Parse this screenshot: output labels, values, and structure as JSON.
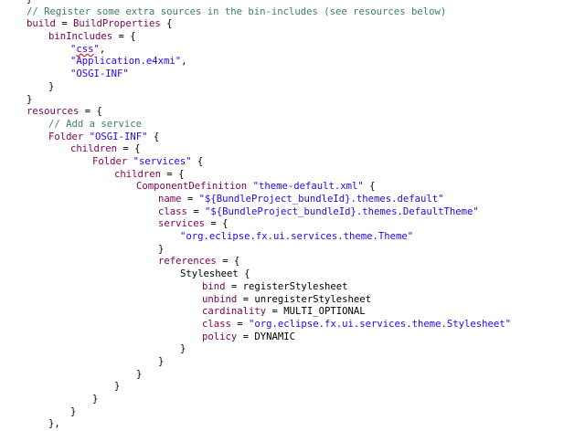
{
  "editor": {
    "language": "Eclipse FX build definition (code editor)",
    "colors": {
      "keyword": "#7f0055",
      "string": "#2a00ff",
      "comment": "#3f7f5f",
      "text": "#000000",
      "background": "#ffffff"
    },
    "lines": [
      {
        "indent": 1,
        "tokens": [
          {
            "t": "plain",
            "v": "}"
          }
        ]
      },
      {
        "indent": 1,
        "tokens": [
          {
            "t": "com",
            "v": "// Register some extra sources in the bin-includes (see resources below)"
          }
        ]
      },
      {
        "indent": 1,
        "tokens": [
          {
            "t": "kw",
            "v": "build"
          },
          {
            "t": "plain",
            "v": " = "
          },
          {
            "t": "kw",
            "v": "BuildProperties"
          },
          {
            "t": "plain",
            "v": " {"
          }
        ]
      },
      {
        "indent": 2,
        "tokens": [
          {
            "t": "kw",
            "v": "binIncludes"
          },
          {
            "t": "plain",
            "v": " = {"
          }
        ]
      },
      {
        "indent": 3,
        "tokens": [
          {
            "t": "str",
            "v": "\""
          },
          {
            "t": "err",
            "v": "css"
          },
          {
            "t": "str",
            "v": "\""
          },
          {
            "t": "plain",
            "v": ","
          }
        ]
      },
      {
        "indent": 3,
        "tokens": [
          {
            "t": "str",
            "v": "\"Application.e4xmi\""
          },
          {
            "t": "plain",
            "v": ","
          }
        ]
      },
      {
        "indent": 3,
        "tokens": [
          {
            "t": "str",
            "v": "\"OSGI-INF\""
          }
        ]
      },
      {
        "indent": 2,
        "tokens": [
          {
            "t": "plain",
            "v": "}"
          }
        ]
      },
      {
        "indent": 1,
        "tokens": [
          {
            "t": "plain",
            "v": "}"
          }
        ]
      },
      {
        "indent": 1,
        "tokens": [
          {
            "t": "kw",
            "v": "resources"
          },
          {
            "t": "plain",
            "v": " = {"
          }
        ]
      },
      {
        "indent": 2,
        "tokens": [
          {
            "t": "com",
            "v": "// Add a service"
          }
        ]
      },
      {
        "indent": 2,
        "tokens": [
          {
            "t": "kw",
            "v": "Folder"
          },
          {
            "t": "plain",
            "v": " "
          },
          {
            "t": "str",
            "v": "\"OSGI-INF\""
          },
          {
            "t": "plain",
            "v": " {"
          }
        ]
      },
      {
        "indent": 3,
        "tokens": [
          {
            "t": "kw",
            "v": "children"
          },
          {
            "t": "plain",
            "v": " = {"
          }
        ]
      },
      {
        "indent": 4,
        "tokens": [
          {
            "t": "kw",
            "v": "Folder"
          },
          {
            "t": "plain",
            "v": " "
          },
          {
            "t": "str",
            "v": "\"services\""
          },
          {
            "t": "plain",
            "v": " {"
          }
        ]
      },
      {
        "indent": 5,
        "tokens": [
          {
            "t": "kw",
            "v": "children"
          },
          {
            "t": "plain",
            "v": " = {"
          }
        ]
      },
      {
        "indent": 6,
        "tokens": [
          {
            "t": "kw",
            "v": "ComponentDefinition"
          },
          {
            "t": "plain",
            "v": " "
          },
          {
            "t": "str",
            "v": "\"theme-default.xml\""
          },
          {
            "t": "plain",
            "v": " {"
          }
        ]
      },
      {
        "indent": 7,
        "tokens": [
          {
            "t": "kw",
            "v": "name"
          },
          {
            "t": "plain",
            "v": " = "
          },
          {
            "t": "str",
            "v": "\"${BundleProject_bundleId}.themes.default\""
          }
        ]
      },
      {
        "indent": 7,
        "tokens": [
          {
            "t": "kw",
            "v": "class"
          },
          {
            "t": "plain",
            "v": " = "
          },
          {
            "t": "str",
            "v": "\"${BundleProject_bundleId}.themes.DefaultTheme\""
          }
        ]
      },
      {
        "indent": 7,
        "tokens": [
          {
            "t": "kw",
            "v": "services"
          },
          {
            "t": "plain",
            "v": " = {"
          }
        ]
      },
      {
        "indent": 8,
        "tokens": [
          {
            "t": "str",
            "v": "\"org.eclipse.fx.ui.services.theme.Theme\""
          }
        ]
      },
      {
        "indent": 7,
        "tokens": [
          {
            "t": "plain",
            "v": "}"
          }
        ]
      },
      {
        "indent": 7,
        "tokens": [
          {
            "t": "kw",
            "v": "references"
          },
          {
            "t": "plain",
            "v": " = {"
          }
        ]
      },
      {
        "indent": 8,
        "tokens": [
          {
            "t": "plain",
            "v": "Stylesheet {"
          }
        ]
      },
      {
        "indent": 9,
        "tokens": [
          {
            "t": "kw",
            "v": "bind"
          },
          {
            "t": "plain",
            "v": " = registerStylesheet"
          }
        ]
      },
      {
        "indent": 9,
        "tokens": [
          {
            "t": "kw",
            "v": "unbind"
          },
          {
            "t": "plain",
            "v": " = unregisterStylesheet"
          }
        ]
      },
      {
        "indent": 9,
        "tokens": [
          {
            "t": "kw",
            "v": "cardinality"
          },
          {
            "t": "plain",
            "v": " = MULTI_OPTIONAL"
          }
        ]
      },
      {
        "indent": 9,
        "tokens": [
          {
            "t": "kw",
            "v": "class"
          },
          {
            "t": "plain",
            "v": " = "
          },
          {
            "t": "str",
            "v": "\"org.eclipse.fx.ui.services.theme.Stylesheet\""
          }
        ]
      },
      {
        "indent": 9,
        "tokens": [
          {
            "t": "kw",
            "v": "policy"
          },
          {
            "t": "plain",
            "v": " = DYNAMIC"
          }
        ]
      },
      {
        "indent": 8,
        "tokens": [
          {
            "t": "plain",
            "v": "}"
          }
        ]
      },
      {
        "indent": 7,
        "tokens": [
          {
            "t": "plain",
            "v": "}"
          }
        ]
      },
      {
        "indent": 6,
        "tokens": [
          {
            "t": "plain",
            "v": "}"
          }
        ]
      },
      {
        "indent": 5,
        "tokens": [
          {
            "t": "plain",
            "v": "}"
          }
        ]
      },
      {
        "indent": 4,
        "tokens": [
          {
            "t": "plain",
            "v": "}"
          }
        ]
      },
      {
        "indent": 3,
        "tokens": [
          {
            "t": "plain",
            "v": "}"
          }
        ]
      },
      {
        "indent": 2,
        "tokens": [
          {
            "t": "plain",
            "v": "},"
          }
        ]
      }
    ]
  }
}
